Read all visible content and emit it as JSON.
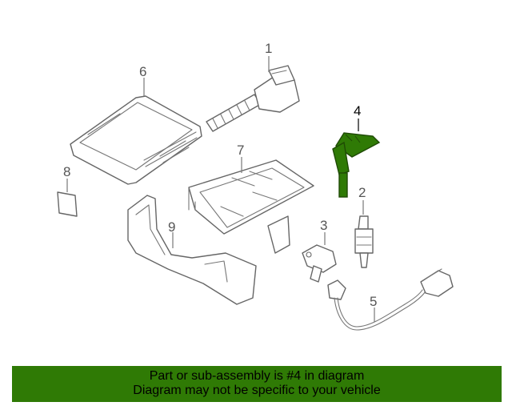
{
  "callouts": {
    "c1": "1",
    "c2": "2",
    "c3": "3",
    "c4": "4",
    "c5": "5",
    "c6": "6",
    "c7": "7",
    "c8": "8",
    "c9": "9"
  },
  "highlighted_part": "4",
  "colors": {
    "highlight_part": "#2f7a05",
    "banner_background": "#2f7a05",
    "line_art": "#666666"
  },
  "banner": {
    "line1": "Part or sub-assembly is #4 in diagram",
    "line2": "Diagram may not be specific to your vehicle"
  }
}
